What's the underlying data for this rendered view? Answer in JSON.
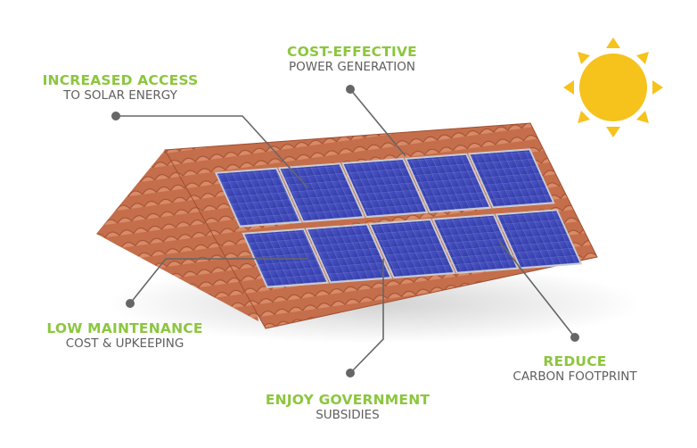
{
  "colors": {
    "accent": "#8cc63f",
    "text": "#5f5f5f",
    "connector": "#666666",
    "sun": "#f6c21c",
    "roof": "#c9734f",
    "panel": "#3c44b4"
  },
  "callouts": [
    {
      "id": "increased-access",
      "heading": "INCREASED ACCESS",
      "sub": "TO SOLAR ENERGY"
    },
    {
      "id": "cost-effective",
      "heading": "COST-EFFECTIVE",
      "sub": "POWER GENERATION"
    },
    {
      "id": "low-maintenance",
      "heading": "LOW MAINTENANCE",
      "sub": "COST & UPKEEPING"
    },
    {
      "id": "enjoy-government",
      "heading": "ENJOY GOVERNMENT",
      "sub": "SUBSIDIES"
    },
    {
      "id": "reduce",
      "heading": "REDUCE",
      "sub": "CARBON FOOTPRINT"
    }
  ]
}
